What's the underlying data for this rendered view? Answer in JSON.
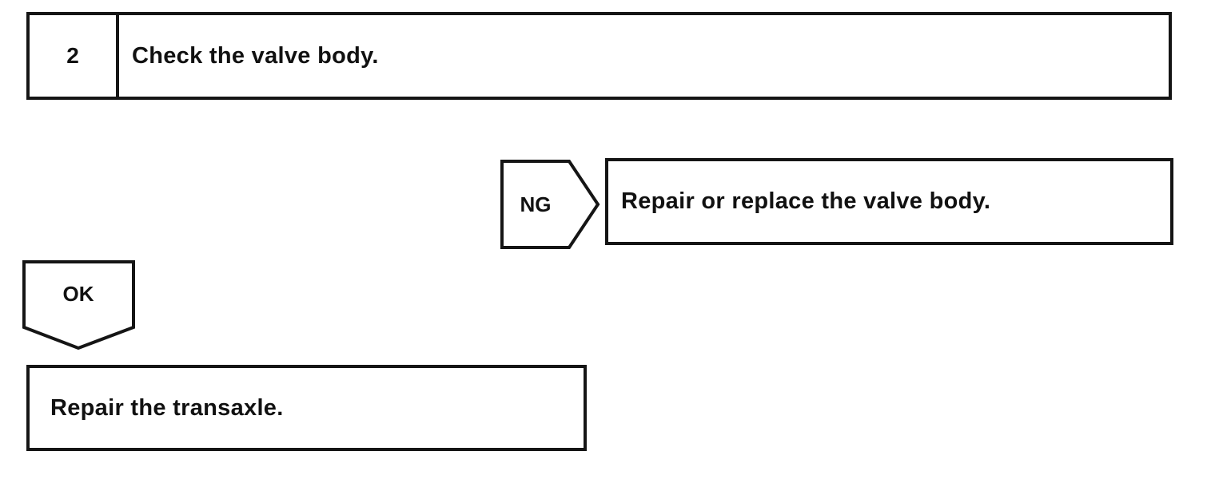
{
  "flowchart": {
    "step": {
      "number": "2",
      "instruction": "Check the valve body."
    },
    "ng_branch": {
      "label": "NG",
      "action": "Repair or replace the valve body."
    },
    "ok_branch": {
      "label": "OK",
      "action": "Repair the transaxle."
    }
  },
  "colors": {
    "line": "#151515",
    "background": "#ffffff",
    "text": "#111111"
  }
}
